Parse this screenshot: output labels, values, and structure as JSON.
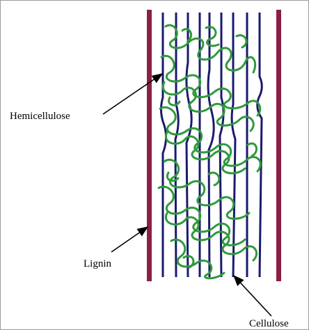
{
  "labels": {
    "hemicellulose": "Hemicellulose",
    "lignin": "Lignin",
    "cellulose": "Cellulose"
  },
  "colors": {
    "lignin_bar": "#8b1f47",
    "cellulose_fiber": "#1a1a6e",
    "hemicellulose": "#2e9a3a",
    "arrow": "#000000"
  }
}
